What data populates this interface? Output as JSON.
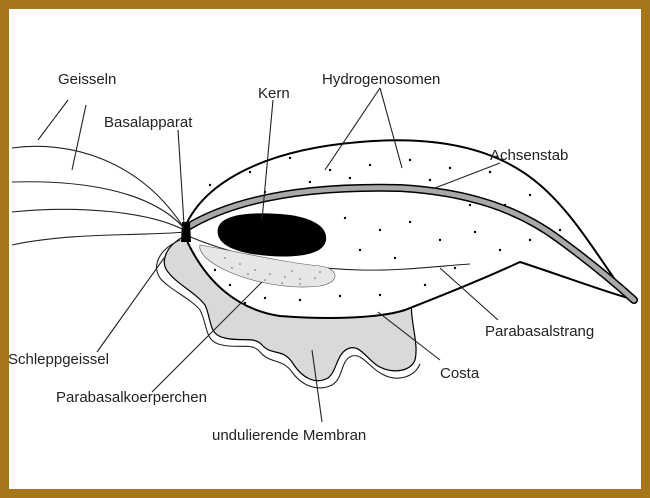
{
  "labels": {
    "geisseln": "Geisseln",
    "basalapparat": "Basalapparat",
    "kern": "Kern",
    "hydrogenosomen": "Hydrogenosomen",
    "achsenstab": "Achsenstab",
    "schleppgeissel": "Schleppgeissel",
    "parabasalkoerperchen": "Parabasalkoerperchen",
    "parabasalstrang": "Parabasalstrang",
    "costa": "Costa",
    "undulierende_membran": "undulierende Membran"
  },
  "colors": {
    "frame": "#a7761a",
    "background": "#ffffff",
    "outline": "#000000",
    "membrane_fill": "#d9d9d9",
    "axostyle": "#a8a8a8",
    "nucleus": "#000000",
    "parabasal_body": "#e6e6e6"
  }
}
